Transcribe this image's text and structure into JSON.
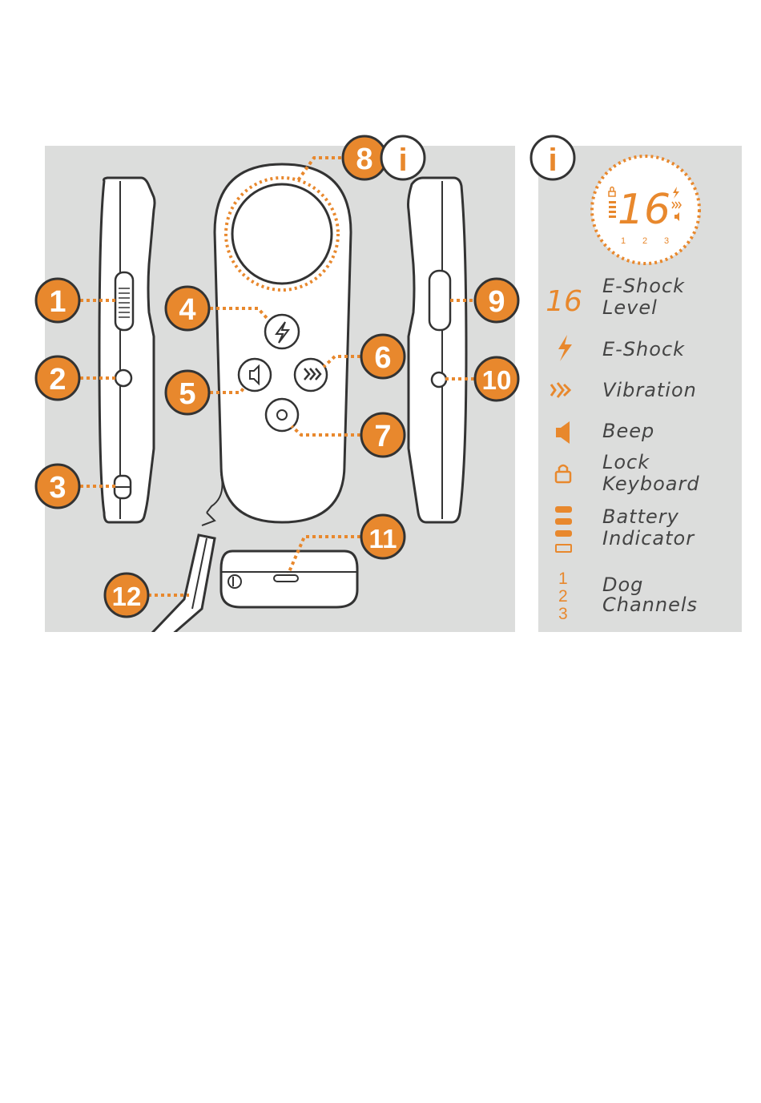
{
  "callouts": [
    "1",
    "2",
    "3",
    "4",
    "5",
    "6",
    "7",
    "8",
    "9",
    "10",
    "11",
    "12"
  ],
  "info_badge": "i",
  "display": {
    "level": "16",
    "channels": [
      "1",
      "2",
      "3"
    ]
  },
  "legend": [
    {
      "icon": "eshock-level-icon",
      "line1": "E-Shock",
      "line2": "Level"
    },
    {
      "icon": "lightning-icon",
      "line1": "E-Shock",
      "line2": ""
    },
    {
      "icon": "vibration-icon",
      "line1": "Vibration",
      "line2": ""
    },
    {
      "icon": "speaker-icon",
      "line1": "Beep",
      "line2": ""
    },
    {
      "icon": "lock-icon",
      "line1": "Lock",
      "line2": "Keyboard"
    },
    {
      "icon": "battery-icon",
      "line1": "Battery",
      "line2": "Indicator"
    },
    {
      "icon": "dog-channels-icon",
      "line1": "Dog",
      "line2": "Channels"
    }
  ],
  "legend_channels": [
    "1",
    "2",
    "3"
  ],
  "colors": {
    "accent": "#e8882d",
    "panel": "#dcdddc",
    "outline": "#333333"
  }
}
